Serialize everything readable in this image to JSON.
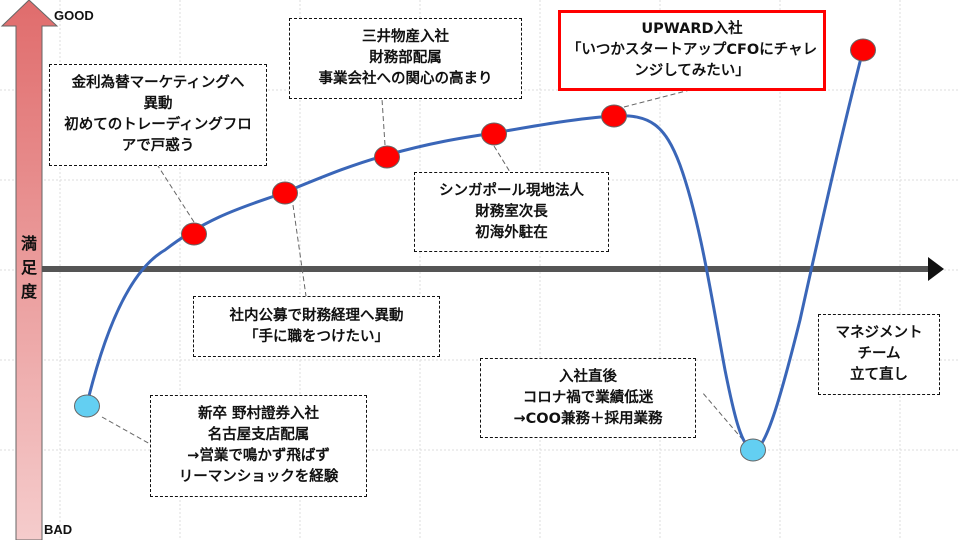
{
  "axis": {
    "top_label": "GOOD",
    "bottom_label": "BAD",
    "y_title_chars": [
      "満",
      "足",
      "度"
    ]
  },
  "colors": {
    "arrow_top": "#e06c6c",
    "arrow_bottom": "#f5cccc",
    "curve": "#3a66b8",
    "high_marker": "#ff0000",
    "low_marker": "#63cff2",
    "timeline_axis": "#555555",
    "highlight_border": "#ff0000"
  },
  "events": [
    {
      "id": "new-grad",
      "marker": "low",
      "lines": [
        "新卒 野村證券入社",
        "名古屋支店配属",
        "→営業で鳴かず飛ばず",
        "リーマンショックを経験"
      ]
    },
    {
      "id": "fx-marketing",
      "marker": "high",
      "lines": [
        "金利為替マーケティングへ",
        "異動",
        "初めてのトレーディングフロ",
        "アで戸惑う"
      ]
    },
    {
      "id": "finance-accounting",
      "marker": "high",
      "lines": [
        "社内公募で財務経理へ異動",
        "「手に職をつけたい」"
      ]
    },
    {
      "id": "mitsui",
      "marker": "high",
      "lines": [
        "三井物産入社",
        "財務部配属",
        "事業会社への関心の高まり"
      ]
    },
    {
      "id": "singapore",
      "marker": "high",
      "lines": [
        "シンガポール現地法人",
        "財務室次長",
        "初海外駐在"
      ]
    },
    {
      "id": "upward",
      "marker": "high",
      "highlight": true,
      "lines": [
        "UPWARD入社",
        "「いつかスタートアップCFOにチャレ",
        "ンジしてみたい」"
      ]
    },
    {
      "id": "post-join",
      "marker": "low",
      "lines": [
        "入社直後",
        "コロナ禍で業績低迷",
        "→COO兼務＋採用業務"
      ]
    },
    {
      "id": "management",
      "marker": "high",
      "lines": [
        "マネジメント",
        "チーム",
        "立て直し"
      ]
    }
  ]
}
